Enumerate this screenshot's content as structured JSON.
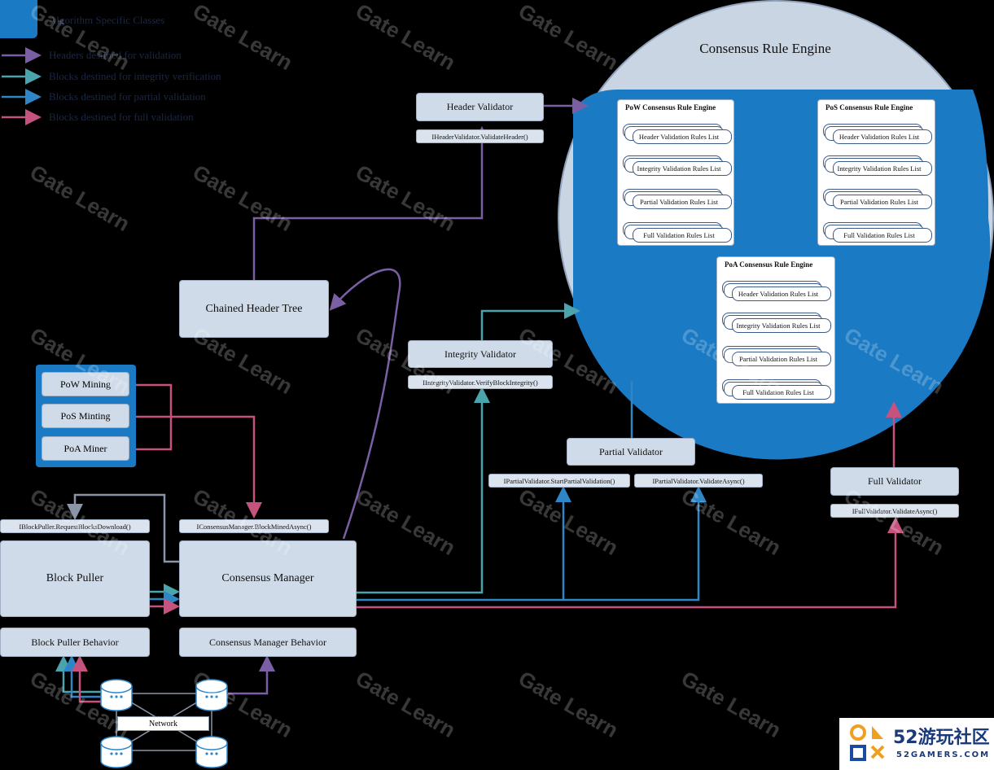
{
  "legend": {
    "algorithm_label": "Algorithm Specific Classes",
    "items": [
      {
        "label": "Headers destined for validation",
        "color": "#7b5fa5"
      },
      {
        "label": "Blocks destined for integrity verification",
        "color": "#4aa3ad"
      },
      {
        "label": "Blocks destined for partial validation",
        "color": "#2f86c7"
      },
      {
        "label": "Blocks destined for full validation",
        "color": "#c5537e"
      }
    ]
  },
  "colors": {
    "header": "#7b5fa5",
    "integrity": "#4aa3ad",
    "partial": "#2f86c7",
    "full": "#c5537e",
    "grey": "#8a96a8",
    "algo": "#1b7ac4",
    "engine_bg": "#c9d5e3"
  },
  "engine": {
    "title": "Consensus Rule Engine",
    "pow": {
      "title": "PoW Consensus Rule Engine",
      "rules": [
        "Header Validation Rules List",
        "Integrity Validation Rules List",
        "Partial Validation Rules List",
        "Full Validation Rules List"
      ]
    },
    "pos": {
      "title": "PoS Consensus Rule Engine",
      "rules": [
        "Header Validation Rules List",
        "Integrity Validation Rules List",
        "Partial Validation Rules List",
        "Full Validation Rules List"
      ]
    },
    "poa": {
      "title": "PoA Consensus Rule Engine",
      "rules": [
        "Header Validation Rules List",
        "Integrity Validation Rules List",
        "Partial Validation Rules List",
        "Full Validation Rules List"
      ]
    }
  },
  "nodes": {
    "header_validator": {
      "label": "Header Validator",
      "method": "IHeaderValidator.ValidateHeader()"
    },
    "chained_header_tree": {
      "label": "Chained Header Tree"
    },
    "integrity_validator": {
      "label": "Integrity Validator",
      "method": "IIntegrityValidator.VerifyBlockIntegrity()"
    },
    "partial_validator": {
      "label": "Partial Validator",
      "method_start": "IPartialValidator.StartPartialValidation()",
      "method_async": "IPartialValidator.ValidateAsync()"
    },
    "full_validator": {
      "label": "Full Validator",
      "method": "IFullValidator.ValidateAsync()"
    },
    "block_puller": {
      "label": "Block Puller",
      "method": "IBlockPuller.RequestBlocksDownload()"
    },
    "block_puller_behavior": {
      "label": "Block Puller Behavior"
    },
    "consensus_manager": {
      "label": "Consensus Manager",
      "method": "IConsensusManager.BlockMinedAsync()"
    },
    "consensus_manager_behavior": {
      "label": "Consensus Manager Behavior"
    },
    "network": {
      "label": "Network"
    }
  },
  "mining": {
    "items": [
      "PoW Mining",
      "PoS Minting",
      "PoA Miner"
    ]
  },
  "watermark_text": "Gate Learn",
  "corner_logo": {
    "brand": "52游玩社区",
    "domain": "52GAMERS.COM"
  }
}
